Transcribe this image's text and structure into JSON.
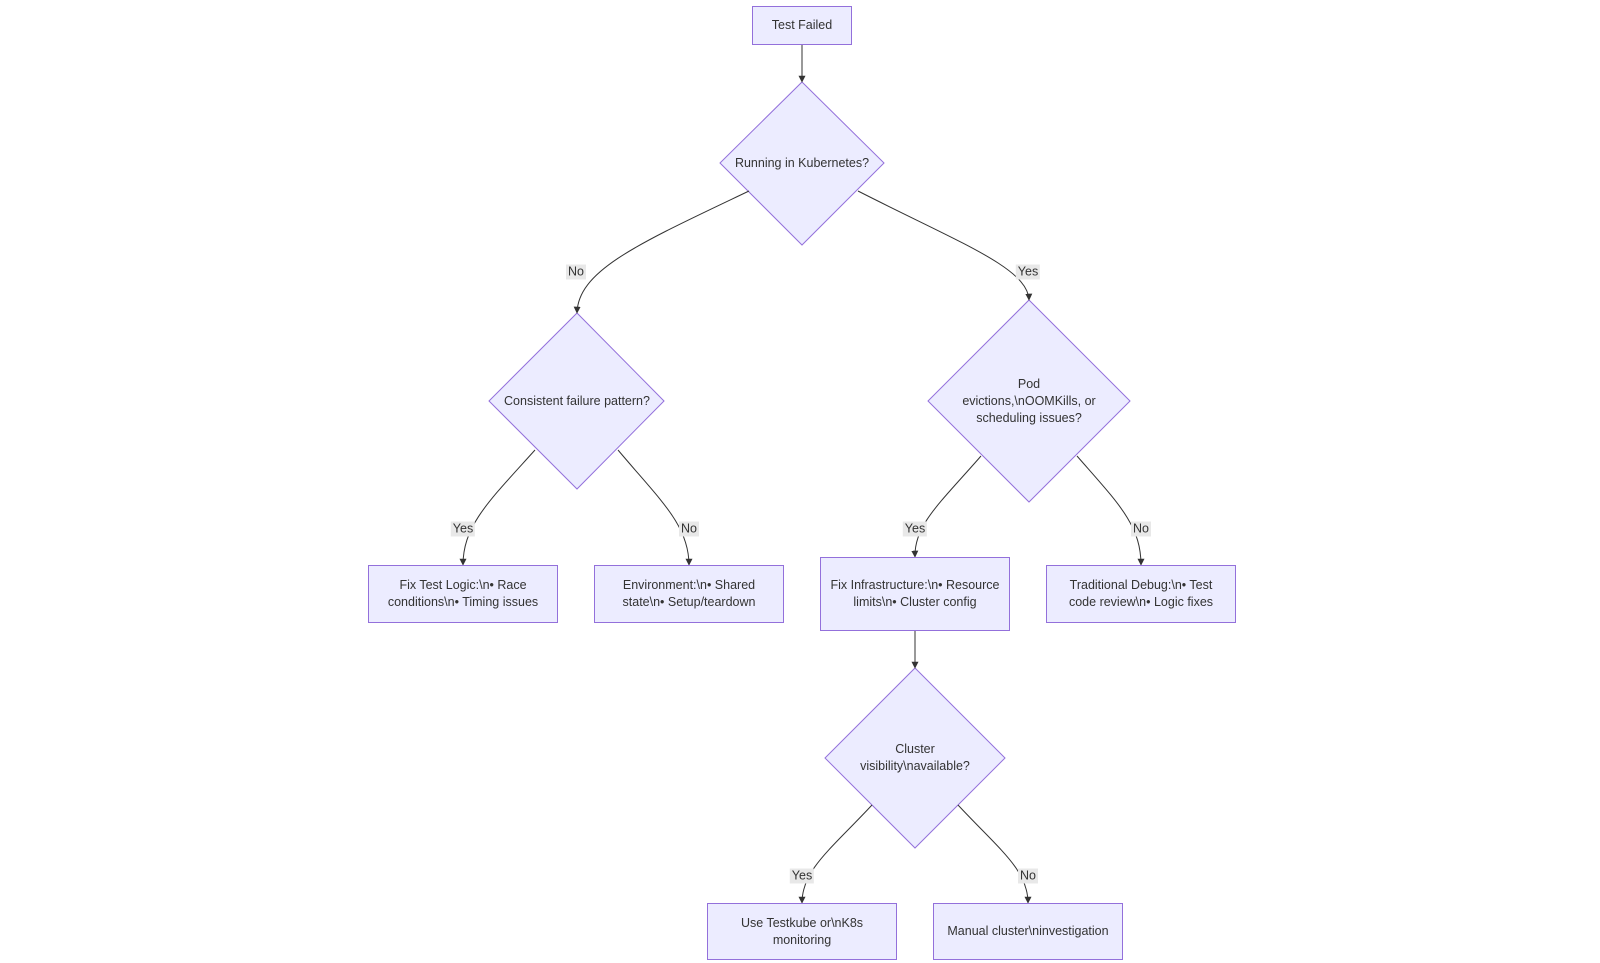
{
  "diagram": {
    "nodes": {
      "test_failed": "Test Failed",
      "running_k8s": "Running in Kubernetes?",
      "consistent_failure": "Consistent failure pattern?",
      "pod_evictions": "Pod evictions,\\nOOMKills, or scheduling issues?",
      "fix_test_logic": "Fix Test Logic:\\n• Race conditions\\n• Timing issues",
      "environment": "Environment:\\n• Shared state\\n• Setup/teardown",
      "fix_infrastructure": "Fix Infrastructure:\\n• Resource limits\\n• Cluster config",
      "traditional_debug": "Traditional Debug:\\n• Test code review\\n• Logic fixes",
      "cluster_visibility": "Cluster visibility\\navailable?",
      "use_testkube": "Use Testkube or\\nK8s monitoring",
      "manual_investigation": "Manual cluster\\ninvestigation"
    },
    "edge_labels": {
      "k8s_no": "No",
      "k8s_yes": "Yes",
      "consistent_yes": "Yes",
      "consistent_no": "No",
      "pod_yes": "Yes",
      "pod_no": "No",
      "visibility_yes": "Yes",
      "visibility_no": "No"
    },
    "colors": {
      "node_fill": "#ececff",
      "node_stroke": "#9370db",
      "edge": "#333333",
      "edge_label_bg": "#e8e8e8",
      "text": "#333333"
    }
  }
}
